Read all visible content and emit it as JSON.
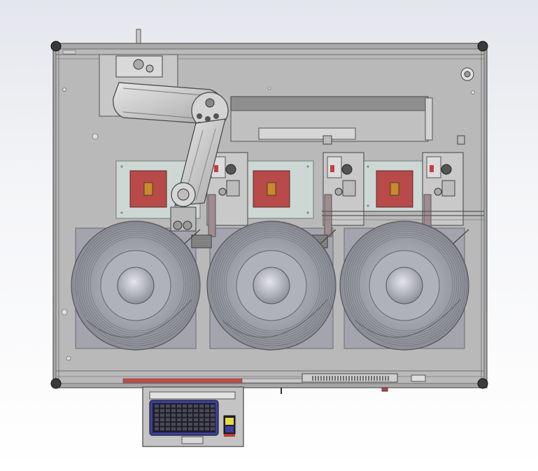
{
  "viewport": {
    "background_top": "#e3e6ec",
    "background_bottom": "#ffffff"
  },
  "machine": {
    "frame_color": "#a9a9a9",
    "plate_color": "#b9b9b9",
    "edge_color": "#555555",
    "components": {
      "robot_arm": {
        "color": "#c8c8c8",
        "pose": "rotated-over-first-tray"
      },
      "conveyor_rail": {
        "color": "#8e8e8e"
      },
      "chip_trays": [
        {
          "id": "tray-1",
          "board_color": "#cdd8d4",
          "pad_color": "#b84a4a",
          "chip_color": "#c98a2a"
        },
        {
          "id": "tray-2",
          "board_color": "#cdd8d4",
          "pad_color": "#b84a4a",
          "chip_color": "#c98a2a"
        },
        {
          "id": "tray-3",
          "board_color": "#cdd8d4",
          "pad_color": "#b84a4a",
          "chip_color": "#c98a2a"
        }
      ],
      "tape_reels": [
        {
          "id": "reel-1",
          "color": "#9a9ca6"
        },
        {
          "id": "reel-2",
          "color": "#9a9ca6"
        },
        {
          "id": "reel-3",
          "color": "#9a9ca6"
        }
      ],
      "feeder_modules": [
        {
          "id": "feeder-1",
          "accent": "#c24040"
        },
        {
          "id": "feeder-2",
          "accent": "#c24040"
        },
        {
          "id": "feeder-3",
          "accent": "#c24040"
        }
      ],
      "control_panel": {
        "body_color": "#c4c4c4",
        "screen_color": "#3a3fa0",
        "keypad_color": "#1e1e2a",
        "indicator_top": "#e8d84a",
        "indicator_bottom": "#c63a3a"
      },
      "vent_grille": {
        "color": "#6e6e6e"
      }
    }
  }
}
